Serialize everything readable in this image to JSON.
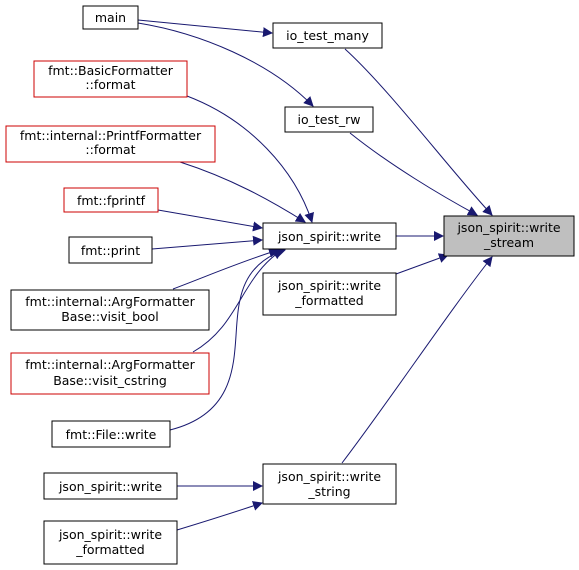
{
  "colors": {
    "edge": "#191970",
    "node_border_normal": "#000000",
    "node_border_external": "#cc0000",
    "node_fill": "#ffffff",
    "node_fill_focus": "#bfbfbf"
  },
  "nodes": {
    "main": {
      "lines": [
        "main"
      ],
      "style": "normal"
    },
    "io_test_many": {
      "lines": [
        "io_test_many"
      ],
      "style": "normal"
    },
    "basic_formatter_format": {
      "lines": [
        "fmt::BasicFormatter",
        "::format"
      ],
      "style": "external"
    },
    "io_test_rw": {
      "lines": [
        "io_test_rw"
      ],
      "style": "normal"
    },
    "printf_formatter_format": {
      "lines": [
        "fmt::internal::PrintfFormatter",
        "::format"
      ],
      "style": "external"
    },
    "fmt_fprintf": {
      "lines": [
        "fmt::fprintf"
      ],
      "style": "external"
    },
    "fmt_print": {
      "lines": [
        "fmt::print"
      ],
      "style": "normal"
    },
    "json_spirit_write_a": {
      "lines": [
        "json_spirit::write"
      ],
      "style": "normal"
    },
    "json_spirit_write_stream": {
      "lines": [
        "json_spirit::write",
        "_stream"
      ],
      "style": "focus"
    },
    "arg_formatter_visit_bool": {
      "lines": [
        "fmt::internal::ArgFormatter",
        "Base::visit_bool"
      ],
      "style": "normal"
    },
    "json_spirit_write_formatted_a": {
      "lines": [
        "json_spirit::write",
        "_formatted"
      ],
      "style": "normal"
    },
    "arg_formatter_visit_cstring": {
      "lines": [
        "fmt::internal::ArgFormatter",
        "Base::visit_cstring"
      ],
      "style": "external"
    },
    "fmt_file_write": {
      "lines": [
        "fmt::File::write"
      ],
      "style": "normal"
    },
    "json_spirit_write_string": {
      "lines": [
        "json_spirit::write",
        "_string"
      ],
      "style": "normal"
    },
    "json_spirit_write_b": {
      "lines": [
        "json_spirit::write"
      ],
      "style": "normal"
    },
    "json_spirit_write_formatted_b": {
      "lines": [
        "json_spirit::write",
        "_formatted"
      ],
      "style": "normal"
    }
  },
  "edges": [
    {
      "from": "main",
      "to": "io_test_many"
    },
    {
      "from": "main",
      "to": "io_test_rw"
    },
    {
      "from": "io_test_many",
      "to": "json_spirit_write_stream"
    },
    {
      "from": "io_test_rw",
      "to": "json_spirit_write_stream"
    },
    {
      "from": "basic_formatter_format",
      "to": "json_spirit_write_a"
    },
    {
      "from": "printf_formatter_format",
      "to": "json_spirit_write_a"
    },
    {
      "from": "fmt_fprintf",
      "to": "json_spirit_write_a"
    },
    {
      "from": "fmt_print",
      "to": "json_spirit_write_a"
    },
    {
      "from": "arg_formatter_visit_bool",
      "to": "json_spirit_write_a"
    },
    {
      "from": "arg_formatter_visit_cstring",
      "to": "json_spirit_write_a"
    },
    {
      "from": "fmt_file_write",
      "to": "json_spirit_write_a"
    },
    {
      "from": "json_spirit_write_a",
      "to": "json_spirit_write_stream"
    },
    {
      "from": "json_spirit_write_formatted_a",
      "to": "json_spirit_write_stream"
    },
    {
      "from": "json_spirit_write_string",
      "to": "json_spirit_write_stream"
    },
    {
      "from": "json_spirit_write_b",
      "to": "json_spirit_write_string"
    },
    {
      "from": "json_spirit_write_formatted_b",
      "to": "json_spirit_write_string"
    }
  ]
}
